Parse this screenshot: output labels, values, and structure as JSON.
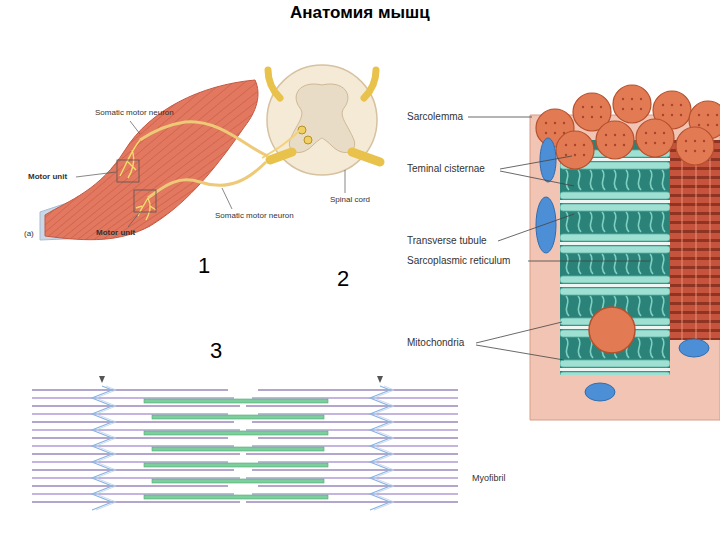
{
  "diagram": {
    "title": "Анатомия мышц",
    "labels": [
      "Somatic motor neuron",
      "Motor unit",
      "Motor unit",
      "Somatic motor neuron",
      "Spinal cord",
      "(a)",
      "Sarcolemma",
      "Teminal cisternae",
      "Transverse tubule",
      "Sarcoplasmic reticulum",
      "Mitochondria",
      "1",
      "2",
      "3",
      "Myofibril"
    ]
  }
}
